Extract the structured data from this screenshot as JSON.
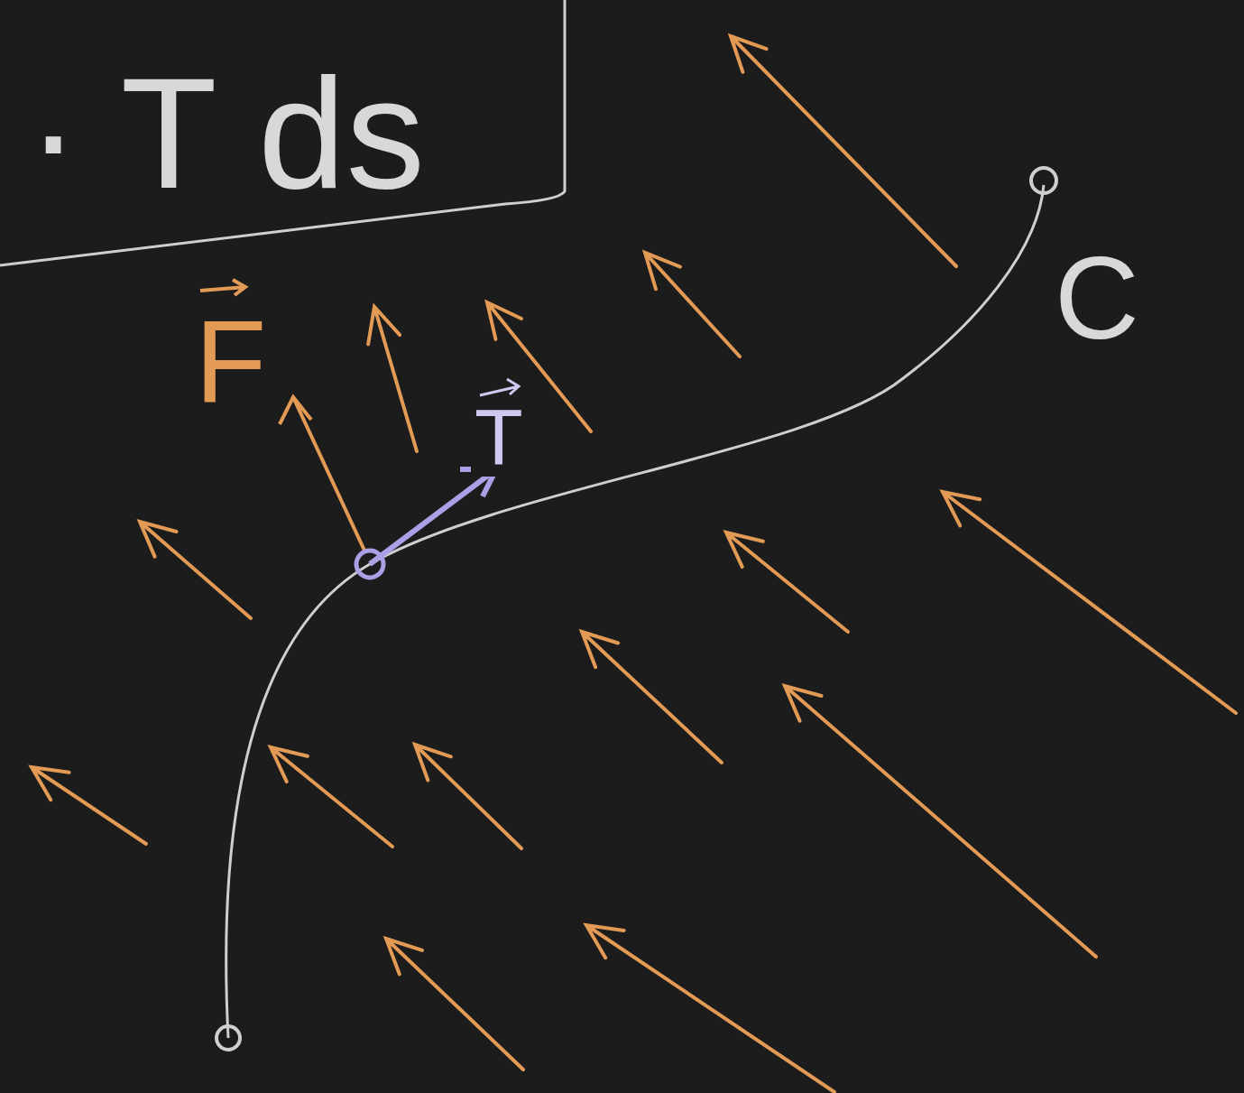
{
  "diagram": {
    "nodes": [
      {
        "text": [
          "· T ds"
        ]
      }
    ],
    "labels": [
      "F",
      "T",
      "C"
    ]
  }
}
